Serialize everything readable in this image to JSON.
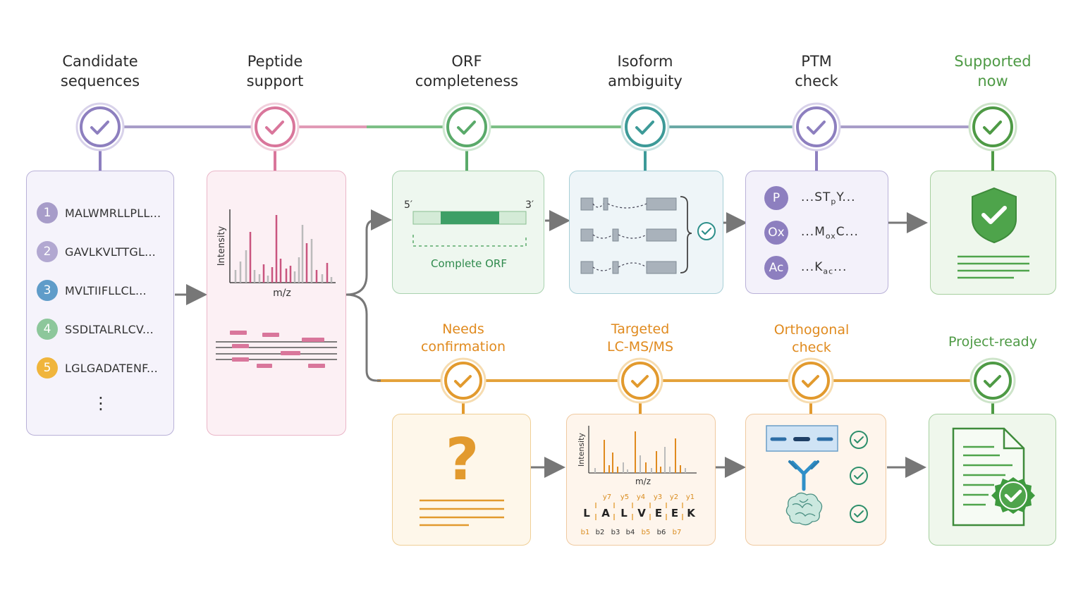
{
  "stages": {
    "candidate": "Candidate\nsequences",
    "peptide": "Peptide\nsupport",
    "orf": "ORF\ncompleteness",
    "isoform": "Isoform\nambiguity",
    "ptm": "PTM\ncheck",
    "supported": "Supported\nnow",
    "needs": "Needs\nconfirmation",
    "targeted": "Targeted\nLC-MS/MS",
    "orthogonal": "Orthogonal\ncheck",
    "ready": "Project-ready"
  },
  "sequences": [
    {
      "n": "1",
      "seq": "MALWMRLLPLL...",
      "color": "#a79cc9"
    },
    {
      "n": "2",
      "seq": "GAVLKVLTTGL...",
      "color": "#b2a8d1"
    },
    {
      "n": "3",
      "seq": "MVLTIIFLLCL...",
      "color": "#5f9cc9"
    },
    {
      "n": "4",
      "seq": "SSDLTALRLCV...",
      "color": "#8dc79b"
    },
    {
      "n": "5",
      "seq": "LGLGADATENF...",
      "color": "#f0b53c"
    }
  ],
  "more": "⋮",
  "spectrum1": {
    "ylabel": "Intensity",
    "xlabel": "m/z"
  },
  "orf": {
    "five": "5′",
    "three": "3′",
    "label": "Complete ORF"
  },
  "ptm": [
    {
      "badge": "P",
      "pre": "...ST",
      "sub": "p",
      "post": "Y..."
    },
    {
      "badge": "Ox",
      "pre": "...M",
      "sub": "ox",
      "post": "C..."
    },
    {
      "badge": "Ac",
      "pre": "...K",
      "sub": "ac",
      "post": "..."
    }
  ],
  "question": "?",
  "spectrum2": {
    "ylabel": "Intensity",
    "xlabel": "m/z"
  },
  "peptide": {
    "residues": [
      "L",
      "A",
      "L",
      "V",
      "E",
      "E",
      "K"
    ],
    "y_ions": [
      "y7",
      "y5",
      "y4",
      "y3",
      "y2",
      "y1"
    ],
    "b_ions": [
      "b1",
      "b2",
      "b3",
      "b4",
      "b5",
      "b6",
      "b7"
    ]
  },
  "colors": {
    "purple": "#8d7fbf",
    "pink": "#d9769b",
    "green": "#5aaa6a",
    "teal": "#3d9a98",
    "orange": "#e29a2e",
    "darkgreen": "#4e9a45",
    "arrow": "#777777"
  }
}
